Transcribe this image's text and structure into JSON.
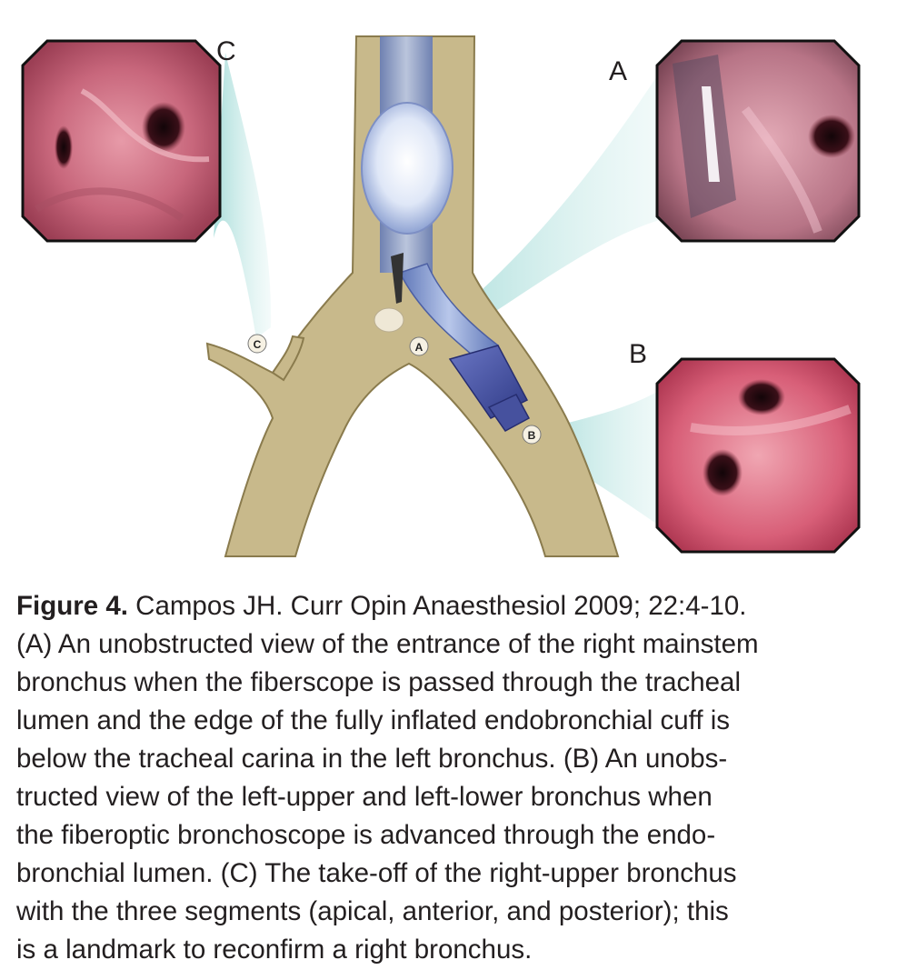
{
  "figure": {
    "panel_labels": {
      "a": "A",
      "b": "B",
      "c": "C"
    },
    "marker_labels": {
      "a": "A",
      "b": "B",
      "c": "C"
    }
  },
  "caption": {
    "label": "Figure 4.",
    "lines": [
      " Campos JH. Curr Opin Anaesthesiol 2009; 22:4-10.",
      "(A) An unobstructed view of the entrance of the right mainstem",
      "bronchus when the fiberscope is passed through the tracheal",
      "lumen and the edge of the fully inflated endobronchial cuff is",
      "below the tracheal carina in the left bronchus. (B) An unobs-",
      "tructed view of the left-upper and left-lower bronchus when",
      "the fiberoptic bronchoscope is advanced through the endo-",
      "bronchial lumen. (C) The take-off of the right-upper bronchus",
      "with the three segments (apical, anterior, and posterior); this",
      "is a landmark to reconfirm a right bronchus."
    ]
  }
}
